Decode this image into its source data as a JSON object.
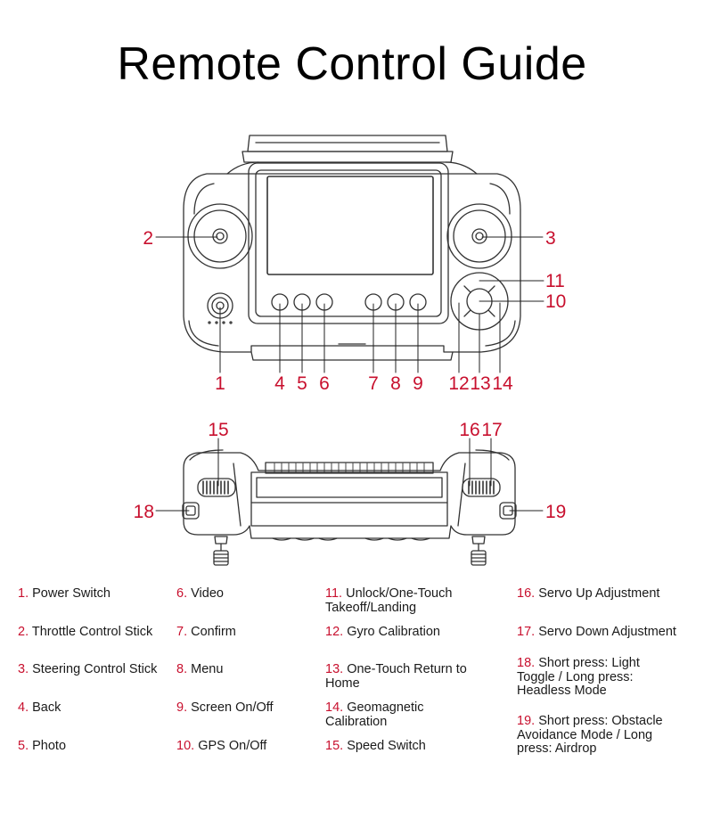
{
  "title": "Remote Control Guide",
  "colors": {
    "accent": "#c8102e",
    "line": "#333333"
  },
  "callouts": {
    "c1": "1",
    "c2": "2",
    "c3": "3",
    "c4": "4",
    "c5": "5",
    "c6": "6",
    "c7": "7",
    "c8": "8",
    "c9": "9",
    "c10": "10",
    "c11": "11",
    "c12": "12",
    "c13": "13",
    "c14": "14",
    "c15": "15",
    "c16": "16",
    "c17": "17",
    "c18": "18",
    "c19": "19"
  },
  "legend": [
    {
      "num": "1.",
      "text": "Power Switch"
    },
    {
      "num": "2.",
      "text": "Throttle Control Stick"
    },
    {
      "num": "3.",
      "text": "Steering Control Stick"
    },
    {
      "num": "4.",
      "text": "Back"
    },
    {
      "num": "5.",
      "text": "Photo"
    },
    {
      "num": "6.",
      "text": "Video"
    },
    {
      "num": "7.",
      "text": "Confirm"
    },
    {
      "num": "8.",
      "text": "Menu"
    },
    {
      "num": "9.",
      "text": "Screen On/Off"
    },
    {
      "num": "10.",
      "text": "GPS On/Off"
    },
    {
      "num": "11.",
      "text": "Unlock/One-Touch Takeoff/Landing"
    },
    {
      "num": "12.",
      "text": "Gyro Calibration"
    },
    {
      "num": "13.",
      "text": "One-Touch Return to Home"
    },
    {
      "num": "14.",
      "text": "Geomagnetic Calibration"
    },
    {
      "num": "15.",
      "text": "Speed Switch"
    },
    {
      "num": "16.",
      "text": "Servo Up Adjustment"
    },
    {
      "num": "17.",
      "text": "Servo Down Adjustment"
    },
    {
      "num": "18.",
      "text": "Short press: Light Toggle / Long press: Headless Mode"
    },
    {
      "num": "19.",
      "text": "Short press: Obstacle Avoidance Mode / Long press: Airdrop"
    }
  ]
}
